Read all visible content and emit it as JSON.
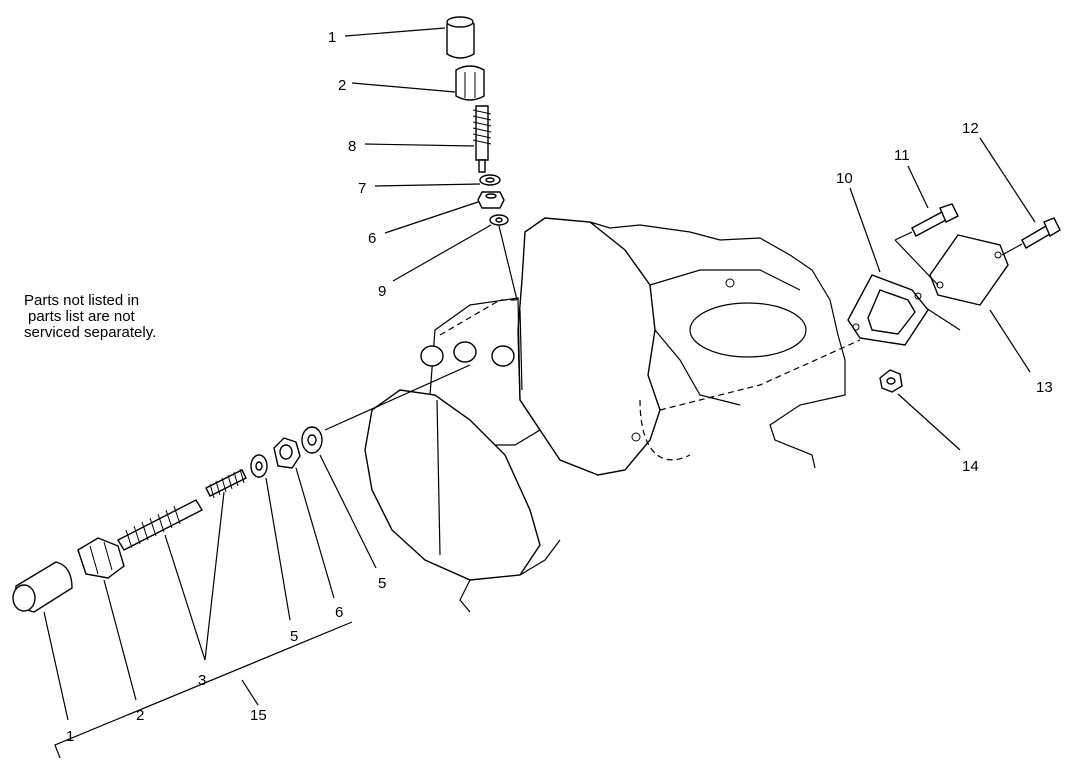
{
  "note": {
    "line1": "Parts not listed in",
    "line2": "parts list are not",
    "line3": "serviced separately."
  },
  "callouts": {
    "c1_top": "1",
    "c2_top": "2",
    "c8": "8",
    "c7": "7",
    "c6_top": "6",
    "c9": "9",
    "c10": "10",
    "c11": "11",
    "c12": "12",
    "c13": "13",
    "c14": "14",
    "c5_right": "5",
    "c6_low": "6",
    "c5_low": "5",
    "c3": "3",
    "c2_low": "2",
    "c1_low": "1",
    "c15": "15"
  }
}
